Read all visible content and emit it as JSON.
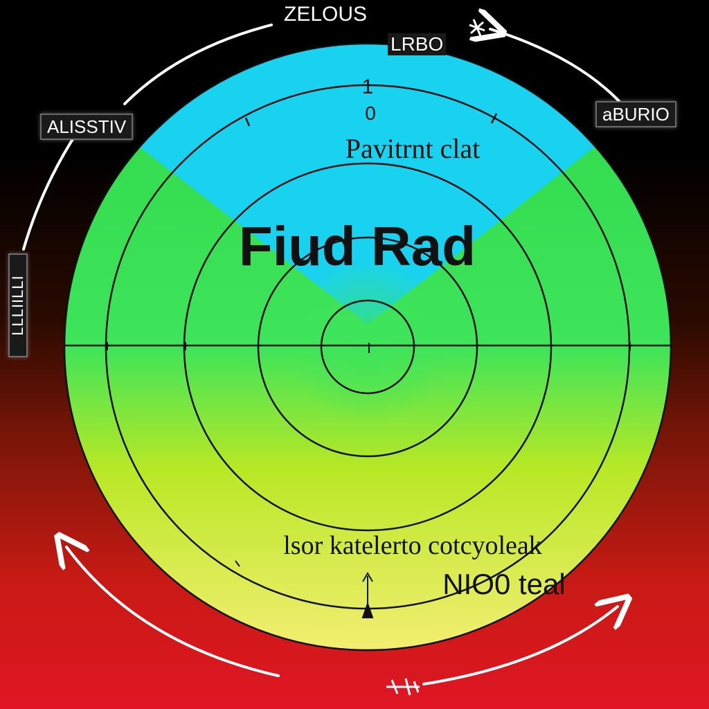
{
  "diagram": {
    "title": "Fiud Rad",
    "subtitle": "Pavitrnt clat",
    "top_scale_one": "1",
    "top_scale_zero": "0",
    "bottom_caption": "lsor katelerto cotcyoleak",
    "bottom_label": "NIO0 teal"
  },
  "outer_labels": {
    "top": "ZELOUS",
    "top_inner": "LRBO",
    "left": "ALISSTIV",
    "right": "aBURIO",
    "side_vertical": "LLLIILLI"
  },
  "colors": {
    "background_top": "#000000",
    "background_bottom": "#e01624",
    "dial_cyan": "#19d2f0",
    "dial_green": "#2fe24a",
    "dial_yellow": "#f2ee6a",
    "lines": "#111111",
    "arrows": "#ffffff"
  }
}
